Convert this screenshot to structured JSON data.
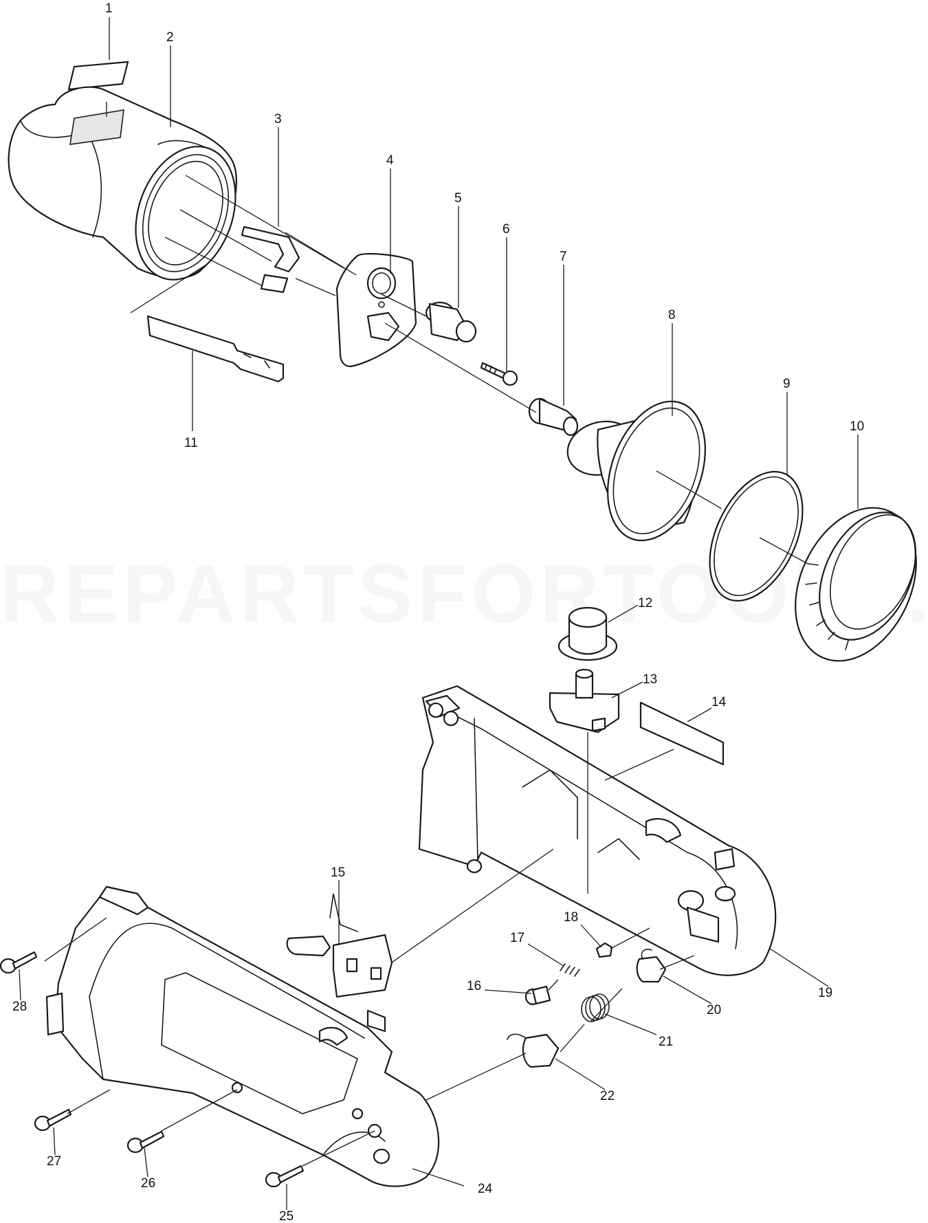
{
  "diagram": {
    "watermark": "REPARTSFORTOOLS.COM",
    "callouts": [
      {
        "id": "1",
        "label": "1"
      },
      {
        "id": "2",
        "label": "2"
      },
      {
        "id": "3",
        "label": "3"
      },
      {
        "id": "4",
        "label": "4"
      },
      {
        "id": "5",
        "label": "5"
      },
      {
        "id": "6",
        "label": "6"
      },
      {
        "id": "7",
        "label": "7"
      },
      {
        "id": "8",
        "label": "8"
      },
      {
        "id": "9",
        "label": "9"
      },
      {
        "id": "10",
        "label": "10"
      },
      {
        "id": "11",
        "label": "11"
      },
      {
        "id": "12",
        "label": "12"
      },
      {
        "id": "13",
        "label": "13"
      },
      {
        "id": "14",
        "label": "14"
      },
      {
        "id": "15",
        "label": "15"
      },
      {
        "id": "16",
        "label": "16"
      },
      {
        "id": "17",
        "label": "17"
      },
      {
        "id": "18",
        "label": "18"
      },
      {
        "id": "19",
        "label": "19"
      },
      {
        "id": "20",
        "label": "20"
      },
      {
        "id": "21",
        "label": "21"
      },
      {
        "id": "22",
        "label": "22"
      },
      {
        "id": "24",
        "label": "24"
      },
      {
        "id": "25",
        "label": "25"
      },
      {
        "id": "26",
        "label": "26"
      },
      {
        "id": "27",
        "label": "27"
      },
      {
        "id": "28",
        "label": "28"
      }
    ]
  }
}
